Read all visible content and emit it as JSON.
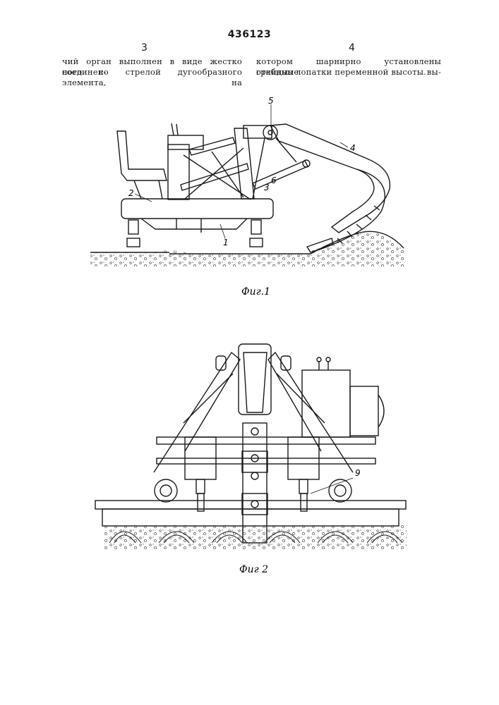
{
  "header": {
    "patent_number": "436123",
    "left_column_number": "3",
    "right_column_number": "4"
  },
  "text": {
    "left_line1": "чий орган выполнен в виде жестко соединен-",
    "left_line2": "ного со стрелой дугообразного элемента, на",
    "right_line1": "котором шарнирно установлены откидные вы-",
    "right_line2": "гребные лопатки переменной высоты."
  },
  "figure1": {
    "caption": "Фиг.1",
    "labels": [
      "1",
      "2",
      "3",
      "4",
      "5",
      "6"
    ]
  },
  "figure2": {
    "caption": "Фиг 2",
    "labels": [
      "9"
    ]
  }
}
